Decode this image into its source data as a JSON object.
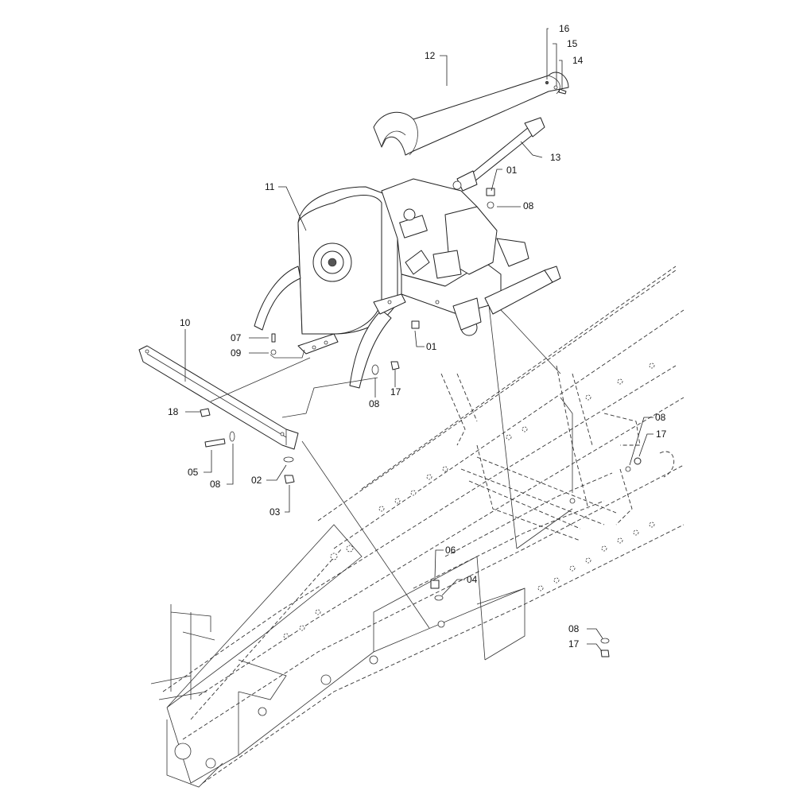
{
  "colors": {
    "line": "#222222",
    "background": "#ffffff"
  },
  "labels": [
    {
      "id": "p16",
      "text": "16"
    },
    {
      "id": "p15",
      "text": "15"
    },
    {
      "id": "p14",
      "text": "14"
    },
    {
      "id": "p12",
      "text": "12"
    },
    {
      "id": "p13",
      "text": "13"
    },
    {
      "id": "p01a",
      "text": "01"
    },
    {
      "id": "p08a",
      "text": "08"
    },
    {
      "id": "p11",
      "text": "11"
    },
    {
      "id": "p10",
      "text": "10"
    },
    {
      "id": "p07",
      "text": "07"
    },
    {
      "id": "p09",
      "text": "09"
    },
    {
      "id": "p01b",
      "text": "01"
    },
    {
      "id": "p08b",
      "text": "08"
    },
    {
      "id": "p17a",
      "text": "17"
    },
    {
      "id": "p18",
      "text": "18"
    },
    {
      "id": "p05",
      "text": "05"
    },
    {
      "id": "p08c",
      "text": "08"
    },
    {
      "id": "p02",
      "text": "02"
    },
    {
      "id": "p03",
      "text": "03"
    },
    {
      "id": "p08d",
      "text": "08"
    },
    {
      "id": "p17b",
      "text": "17"
    },
    {
      "id": "p06",
      "text": "06"
    },
    {
      "id": "p04",
      "text": "04"
    },
    {
      "id": "p08e",
      "text": "08"
    },
    {
      "id": "p17c",
      "text": "17"
    }
  ]
}
